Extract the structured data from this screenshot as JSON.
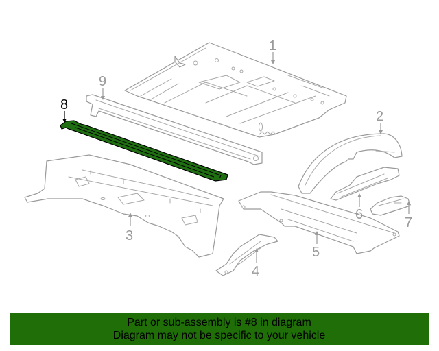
{
  "diagram": {
    "highlight_color": "#1f6e11",
    "line_color": "#9a9a9a",
    "callouts": [
      {
        "number": "1",
        "part": "floor-panel"
      },
      {
        "number": "2",
        "part": "wheelhouse"
      },
      {
        "number": "3",
        "part": "rear-panel"
      },
      {
        "number": "4",
        "part": "bracket"
      },
      {
        "number": "5",
        "part": "crossmember"
      },
      {
        "number": "6",
        "part": "support"
      },
      {
        "number": "7",
        "part": "bracket-small"
      },
      {
        "number": "8",
        "part": "sill-highlighted"
      },
      {
        "number": "9",
        "part": "rail"
      }
    ],
    "highlighted_part": "8"
  },
  "banner": {
    "background_color": "#1f6e08",
    "line1": "Part or sub-assembly is #8 in diagram",
    "line2": "Diagram may not be specific to your vehicle"
  }
}
